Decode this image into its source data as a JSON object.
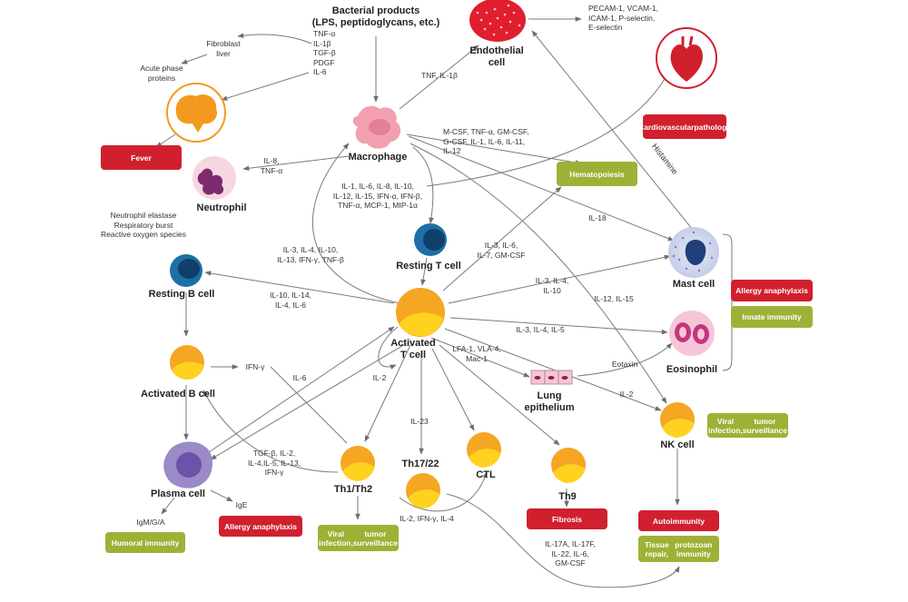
{
  "nodes": {
    "bacterial_products": [
      "Bacterial products",
      "(LPS, peptidoglycans, etc.)"
    ],
    "endothelial_cell": [
      "Endothelial",
      "cell"
    ],
    "macrophage": "Macrophage",
    "neutrophil": "Neutrophil",
    "resting_t_cell": "Resting T cell",
    "resting_b_cell": "Resting B cell",
    "activated_t_cell": [
      "Activated",
      "T cell"
    ],
    "activated_b_cell": "Activated B cell",
    "plasma_cell": "Plasma cell",
    "th1_th2": "Th1/Th2",
    "th17_22": "Th17/22",
    "ctl": "CTL",
    "th9": "Th9",
    "lung_epithelium": [
      "Lung",
      "epithelium"
    ],
    "mast_cell": "Mast cell",
    "eosinophil": "Eosinophil",
    "nk_cell": "NK cell"
  },
  "labels": {
    "adhesion_molecules": [
      "PECAM-1, VCAM-1,",
      "ICAM-1, P-selectin,",
      "E-selectin"
    ],
    "tnf_il1b": "TNF, IL-1β",
    "fibroblast_liver": [
      "Fibroblast",
      "liver"
    ],
    "acute_phase": [
      "Acute phase",
      "proteins"
    ],
    "cytokines_top": [
      "TNF-α",
      "IL-1β",
      "TGF-β",
      "PDGF",
      "IL-6"
    ],
    "il8_tnfa": [
      "IL-8,",
      "TNF-α"
    ],
    "neutrophil_products": [
      "Neutrophil elastase",
      "Respiratory burst",
      "Reactive oxygen species"
    ],
    "growth_factors": [
      "M-CSF, TNF-α, GM-CSF,",
      "G-CSF, IL-1, IL-6, IL-11,",
      "IL-12"
    ],
    "macrophage_cytokines": [
      "IL-1, IL-6, IL-8, IL-10,",
      "IL-12, IL-15, IFN-α, IFN-β,",
      "TNF-α, MCP-1, MIP-1α"
    ],
    "histamine": "Histamine",
    "il18": "IL-18",
    "il3_il6": [
      "IL-3, IL-6,",
      "IL-7, GM-CSF"
    ],
    "t_to_macrophage": [
      "IL-3, IL-4, IL-10,",
      "IL-13, IFN-γ, TNF-β"
    ],
    "t_to_b": [
      "IL-10, IL-14,",
      "IL-4, IL-6"
    ],
    "t_to_mast": [
      "IL-3, IL-4,",
      "IL-10"
    ],
    "il12_il15": "IL-12, IL-15",
    "t_to_eos": "IL-3, IL-4, IL-5",
    "eotaxin": "Eotaxin",
    "lfa": [
      "LFA-1, VLA-4,",
      "Mac-1"
    ],
    "il2_loop": "IL-2",
    "il6": "IL-6",
    "ifn_g": "IFN-γ",
    "il23": "IL-23",
    "il2_nk": "IL-2",
    "tgfb_group": [
      "TGF-β, IL-2,",
      "IL-4,IL-5, IL-13,",
      "IFN-γ"
    ],
    "ige": "IgE",
    "igm": "IgM/G/A",
    "il2_ifn_il4": "IL-2, IFN-γ, IL-4",
    "il17": [
      "IL-17A, IL-17F,",
      "IL-22, IL-6,",
      "GM-CSF"
    ]
  },
  "badges": {
    "fever": "Fever",
    "cardiovascular": [
      "Cardiovascular",
      "pathology"
    ],
    "hematopoiesis": "Hematopoiesis",
    "allergy_mast": "Allergy anaphylaxis",
    "innate_immunity": "Innate immunity",
    "viral_nk": [
      "Viral infection,",
      "tumor surveillance"
    ],
    "autoimmunity": "Autoimmunity",
    "tissue_repair": [
      "Tissue repair,",
      "protozoan immunity"
    ],
    "fibrosis": "Fibrosis",
    "viral_th": [
      "Viral infection,",
      "tumor surveillance"
    ],
    "allergy_plasma": "Allergy anaphylaxis",
    "humoral": "Humoral immunity"
  },
  "colors": {
    "red_badge": "#d0202e",
    "olive_badge": "#9eb136",
    "orange_cell": "#f5a623",
    "yellow_nucleus": "#ffd21f",
    "blue_cell": "#1f5f9e",
    "purple_cell": "#7b5cb0",
    "pink_cell": "#f0a0b0",
    "mast_bg": "#cdd3ec",
    "arrow": "#7a7a7a"
  },
  "icons": {
    "brain": "brain-icon",
    "heart": "heart-icon"
  }
}
